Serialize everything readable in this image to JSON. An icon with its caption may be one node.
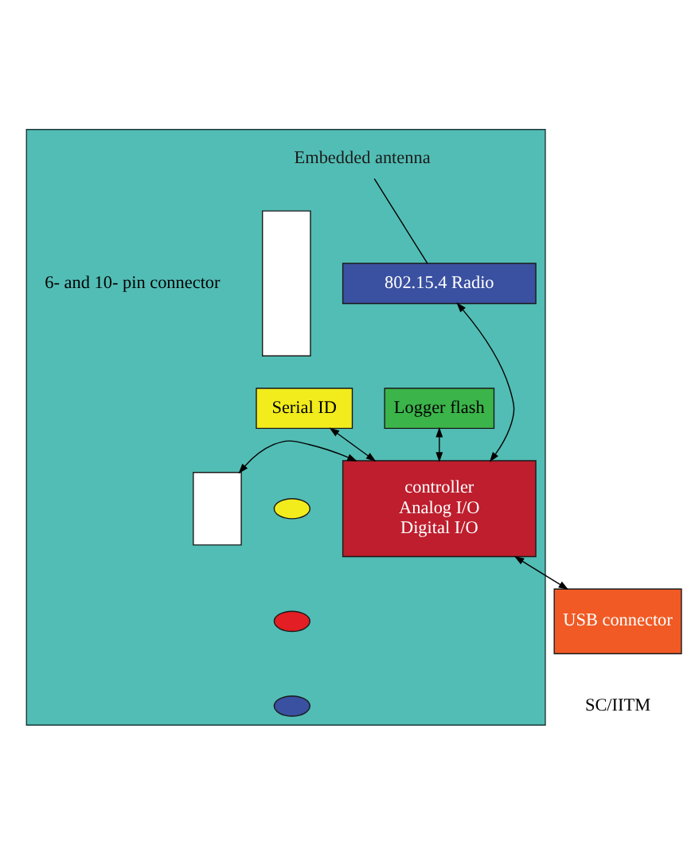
{
  "diagram": {
    "nodes": [
      {
        "text": [],
        "shape": "box"
      },
      {
        "text": [],
        "shape": "box",
        "in": 0
      },
      {
        "text": [],
        "shape": "box",
        "in": 0
      },
      {
        "text": [
          "Embedded antenna"
        ],
        "in": 0
      },
      {
        "text": [
          "802.15.4 Radio"
        ],
        "in": 0
      },
      {
        "text": [
          "Logger flash"
        ],
        "in": 0
      },
      {
        "text": [
          "Serial ID"
        ],
        "in": 0
      },
      {
        "text": [
          "controller",
          "Analog I/O",
          "Digital I/O"
        ],
        "in": 0
      },
      {
        "text": [
          "USB connector"
        ]
      },
      {
        "text": [],
        "shape": "circle",
        "in": 0
      },
      {
        "text": [],
        "shape": "circle",
        "in": 0
      },
      {
        "text": [],
        "shape": "circle",
        "in": 0
      }
    ],
    "edges": [
      {
        "from": 3,
        "to": 4,
        "arrow": "none"
      },
      {
        "from": 4,
        "to": 7,
        "arrow": "both"
      },
      {
        "from": 5,
        "to": 7,
        "arrow": "both"
      },
      {
        "from": 6,
        "to": 7,
        "arrow": "both"
      },
      {
        "from": 2,
        "to": 7,
        "arrow": "both"
      },
      {
        "from": 7,
        "to": 8,
        "arrow": "both"
      }
    ],
    "labels": [
      "6- and 10- pin connector",
      "SC/IITM"
    ]
  }
}
